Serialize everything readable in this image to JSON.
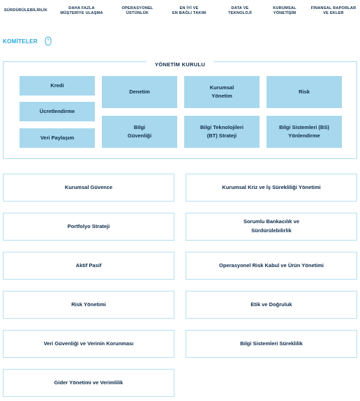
{
  "nav": {
    "items": [
      "SÜRDÜRÜLEBİLİRLİK",
      "DAHA FAZLA\nMÜŞTERİYE ULAŞMA",
      "OPERASYONEL\nÜSTÜNLÜK",
      "EN İYİ VE\nEN BAĞLI TAKIM",
      "DATA VE\nTEKNOLOJİ",
      "KURUMSAL\nYÖNETİŞİM",
      "FİNANSAL RAPORLAR\nVE EKLER"
    ]
  },
  "section": {
    "title": "KOMİTELER",
    "icon": "mouse-scroll-icon"
  },
  "board": {
    "title": "YÖNETİM KURULU",
    "committees": [
      "Kredi",
      "Ücretlendirme",
      "Veri Paylaşım",
      "Denetim",
      "Bilgi\nGüvenliği",
      "Kurumsal\nYönetim",
      "Bilgi Teknolojileri\n(BT) Strateji",
      "Risk",
      "Bilgi Sistemleri (BS)\nYönlendirme"
    ]
  },
  "committees": [
    "Kurumsal Güvence",
    "Kurumsal Kriz ve İş Sürekliliği Yönetimi",
    "Portfolyo Strateji",
    "Sorumlu Bankacılık ve\nSürdürülebilirlik",
    "Aktif Pasif",
    "Operasyonel Risk Kabul ve Ürün Yönetimi",
    "Risk Yönetimi",
    "Etik ve Doğruluk",
    "Veri Güvenliği ve Verinin Korunması",
    "Bilgi Sistemleri Süreklilik",
    "Gider Yönetimi ve Verimlilik"
  ],
  "colors": {
    "accent": "#27a6d9",
    "tile": "#a8d8ee",
    "text": "#0b2a4a",
    "border": "#b5dff0"
  }
}
